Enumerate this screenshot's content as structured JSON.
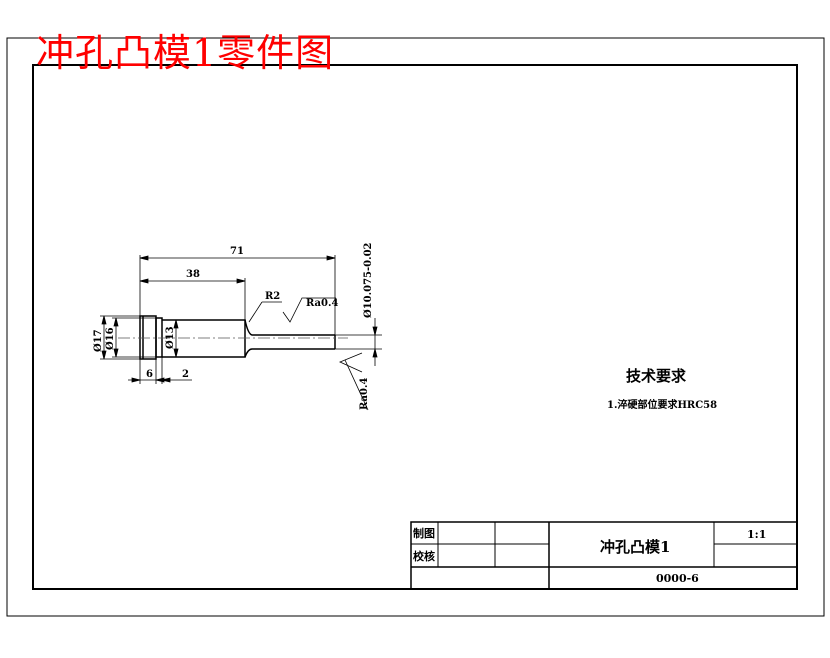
{
  "heading": "冲孔凸模1零件图",
  "dimensions": {
    "overall_length": "71",
    "step_length": "38",
    "fillet_radius": "R2",
    "roughness_shank": "Ra0.4",
    "tip_diameter": "Ø10.075-0.02",
    "head_diameter": "Ø17",
    "collar_diameter": "Ø16",
    "shank_diameter": "Ø13",
    "head_thickness": "6",
    "collar_thickness": "2",
    "roughness_tip": "Ra0.4"
  },
  "tech_requirements": {
    "title": "技术要求",
    "items": [
      "1.淬硬部位要求HRC58"
    ]
  },
  "title_block": {
    "drawn_label": "制图",
    "checked_label": "校核",
    "part_name": "冲孔凸模1",
    "scale": "1:1",
    "drawing_number": "0000-6"
  },
  "colors": {
    "heading": "#ff0000",
    "lines": "#000000",
    "centerline": "#555555"
  }
}
